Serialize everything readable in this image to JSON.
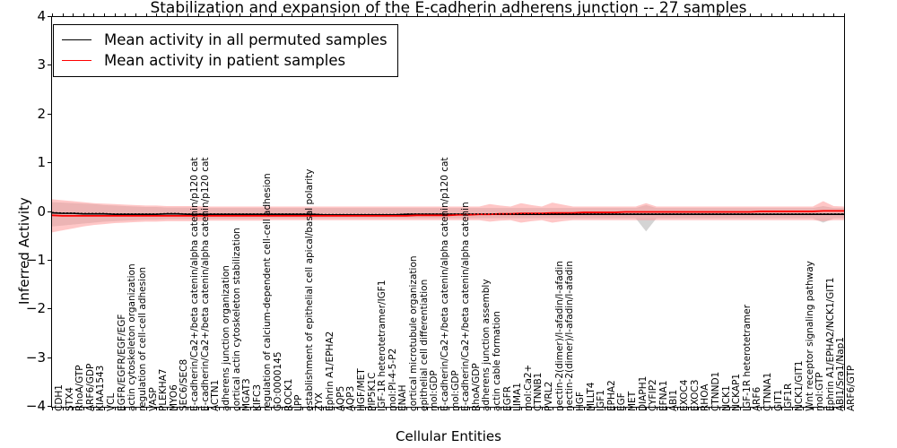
{
  "chart_data": {
    "type": "line",
    "title": "Stabilization and expansion of the E-cadherin adherens junction -- 27 samples",
    "xlabel": "Cellular Entities",
    "ylabel": "Inferred Activity",
    "ylim": [
      -4,
      4
    ],
    "yticks": [
      4,
      3,
      2,
      1,
      0,
      -1,
      -2,
      -3,
      -4
    ],
    "grid": false,
    "legend_position": "upper left",
    "legend": [
      {
        "label": "Mean activity in all permuted samples",
        "color": "#000000",
        "style": "solid"
      },
      {
        "label": "Mean activity in patient samples",
        "color": "#ff0000",
        "style": "solid"
      }
    ],
    "band_colors": {
      "permuted": "#cccccc",
      "patient": "#ff9999"
    },
    "categories": [
      "CDH1",
      "STX4",
      "RhoA/GTP",
      "ARF6/GDP",
      "KIAA1543",
      "VCL",
      "EGFR/EGFR/EGF/EGF",
      "actin cytoskeleton organization",
      "regulation of cell-cell adhesion",
      "VASP",
      "PLEKHA7",
      "MYO6",
      "SEC6/SEC8",
      "E-cadherin/Ca2+/beta catenin/alpha catenin/p120 cat",
      "E-cadherin/Ca2+/beta catenin/alpha catenin/p120 cat",
      "ACTN1",
      "adherens junction organization",
      "cortical actin cytoskeleton stabilization",
      "MGAT3",
      "KIFC3",
      "regulation of calcium-dependent cell-cell adhesion",
      "GO:0000145",
      "ROCK1",
      "LPP",
      "establishment of epithelial cell apical/basal polarity",
      "ZYX",
      "Ephrin A1/EPHA2",
      "AQP5",
      "AQP3",
      "HGF/MET",
      "PIP5K1C",
      "IGF-1R heterotetramer/IGF1",
      "mol:PI-4-5-P2",
      "ENAH",
      "cortical microtubule organization",
      "epithelial cell differentiation",
      "mol:GDP",
      "E-cadherin/Ca2+/beta catenin/alpha catenin/p120 cat",
      "mol:GDP",
      "E-cadherin/Ca2+/beta catenin/alpha catenin",
      "RhoA/GDP",
      "adherens junction assembly",
      "actin cable formation",
      "EGFR",
      "LIMA1",
      "mol:Ca2+",
      "CTNNB1",
      "PVRL2",
      "nectin-2(dimer)/l-afadin/l-afadin",
      "nectin-2(dimer)/l-afadin/l-afadin",
      "HGF",
      "MLLT4",
      "IGF1",
      "EPHA2",
      "EGF",
      "MET",
      "DIAPH1",
      "CYFIP2",
      "EFNA1",
      "ABI1",
      "EXOC4",
      "EXOC3",
      "RHOA",
      "CTNND1",
      "NCK1",
      "NCKAP1",
      "IGF-1R heterotetramer",
      "ARF6",
      "CTNNA1",
      "GIT1",
      "IGF1R",
      "NCK1/GIT1",
      "Wnt receptor signaling pathway",
      "mol:GTP",
      "Ephrin A1/EPHA2/NCK1/GIT1",
      "ABI1/Sra1/Nap1",
      "ARF6/GTP"
    ],
    "series": [
      {
        "name": "Mean activity in all permuted samples",
        "color": "#000000",
        "values": [
          -0.02,
          -0.03,
          -0.03,
          -0.04,
          -0.04,
          -0.04,
          -0.05,
          -0.05,
          -0.05,
          -0.05,
          -0.05,
          -0.04,
          -0.04,
          -0.05,
          -0.05,
          -0.05,
          -0.05,
          -0.05,
          -0.05,
          -0.05,
          -0.05,
          -0.05,
          -0.05,
          -0.05,
          -0.05,
          -0.05,
          -0.06,
          -0.06,
          -0.06,
          -0.06,
          -0.06,
          -0.06,
          -0.06,
          -0.06,
          -0.05,
          -0.05,
          -0.05,
          -0.05,
          -0.05,
          -0.05,
          -0.05,
          -0.05,
          -0.05,
          -0.05,
          -0.05,
          -0.05,
          -0.05,
          -0.05,
          -0.05,
          -0.05,
          -0.05,
          -0.05,
          -0.05,
          -0.05,
          -0.05,
          -0.05,
          -0.05,
          -0.05,
          -0.05,
          -0.05,
          -0.05,
          -0.05,
          -0.05,
          -0.05,
          -0.05,
          -0.05,
          -0.05,
          -0.05,
          -0.05,
          -0.05,
          -0.05,
          -0.05,
          -0.05,
          -0.05,
          -0.05,
          -0.05,
          -0.05,
          -0.05,
          -0.05
        ],
        "band_low": [
          -0.3,
          -0.28,
          -0.26,
          -0.24,
          -0.22,
          -0.2,
          -0.19,
          -0.18,
          -0.17,
          -0.16,
          -0.16,
          -0.15,
          -0.15,
          -0.15,
          -0.15,
          -0.14,
          -0.14,
          -0.14,
          -0.14,
          -0.14,
          -0.14,
          -0.13,
          -0.13,
          -0.13,
          -0.13,
          -0.13,
          -0.13,
          -0.13,
          -0.13,
          -0.13,
          -0.13,
          -0.13,
          -0.13,
          -0.13,
          -0.13,
          -0.13,
          -0.13,
          -0.13,
          -0.13,
          -0.13,
          -0.13,
          -0.13,
          -0.13,
          -0.13,
          -0.13,
          -0.13,
          -0.13,
          -0.13,
          -0.13,
          -0.13,
          -0.13,
          -0.13,
          -0.13,
          -0.13,
          -0.13,
          -0.13,
          -0.13,
          -0.4,
          -0.13,
          -0.13,
          -0.13,
          -0.13,
          -0.13,
          -0.13,
          -0.13,
          -0.13,
          -0.13,
          -0.13,
          -0.13,
          -0.13,
          -0.13,
          -0.13,
          -0.13,
          -0.13,
          -0.22,
          -0.13,
          -0.13,
          -0.13,
          -0.13
        ],
        "band_high": [
          0.2,
          0.19,
          0.18,
          0.17,
          0.16,
          0.14,
          0.13,
          0.12,
          0.11,
          0.1,
          0.1,
          0.09,
          0.09,
          0.09,
          0.09,
          0.08,
          0.08,
          0.08,
          0.08,
          0.08,
          0.08,
          0.08,
          0.08,
          0.08,
          0.08,
          0.08,
          0.08,
          0.08,
          0.08,
          0.08,
          0.08,
          0.08,
          0.08,
          0.08,
          0.08,
          0.08,
          0.08,
          0.08,
          0.08,
          0.08,
          0.08,
          0.08,
          0.08,
          0.08,
          0.08,
          0.08,
          0.08,
          0.08,
          0.08,
          0.08,
          0.08,
          0.08,
          0.08,
          0.08,
          0.08,
          0.08,
          0.08,
          0.14,
          0.08,
          0.08,
          0.08,
          0.08,
          0.08,
          0.08,
          0.08,
          0.08,
          0.08,
          0.08,
          0.08,
          0.08,
          0.08,
          0.08,
          0.08,
          0.08,
          0.12,
          0.08,
          0.08,
          0.08,
          0.08
        ]
      },
      {
        "name": "Mean activity in patient samples",
        "color": "#ff0000",
        "values": [
          -0.07,
          -0.08,
          -0.08,
          -0.08,
          -0.08,
          -0.08,
          -0.08,
          -0.08,
          -0.08,
          -0.08,
          -0.08,
          -0.08,
          -0.08,
          -0.08,
          -0.08,
          -0.08,
          -0.08,
          -0.08,
          -0.08,
          -0.08,
          -0.08,
          -0.08,
          -0.08,
          -0.08,
          -0.08,
          -0.08,
          -0.08,
          -0.08,
          -0.08,
          -0.08,
          -0.08,
          -0.08,
          -0.08,
          -0.08,
          -0.08,
          -0.07,
          -0.07,
          -0.07,
          -0.07,
          -0.06,
          -0.06,
          -0.05,
          -0.05,
          -0.04,
          -0.04,
          -0.03,
          -0.03,
          -0.03,
          -0.02,
          -0.02,
          -0.02,
          -0.01,
          -0.01,
          -0.01,
          -0.01,
          0.0,
          0.0,
          0.0,
          0.0,
          0.0,
          0.0,
          0.0,
          0.0,
          0.0,
          0.0,
          0.0,
          0.0,
          0.0,
          0.01,
          0.01,
          0.01,
          0.01,
          0.01,
          0.01,
          0.02,
          0.02,
          0.02,
          0.02,
          0.02
        ],
        "band_low": [
          -0.42,
          -0.38,
          -0.34,
          -0.3,
          -0.27,
          -0.25,
          -0.23,
          -0.22,
          -0.21,
          -0.2,
          -0.2,
          -0.19,
          -0.19,
          -0.19,
          -0.19,
          -0.18,
          -0.18,
          -0.18,
          -0.18,
          -0.18,
          -0.18,
          -0.17,
          -0.17,
          -0.17,
          -0.17,
          -0.17,
          -0.17,
          -0.17,
          -0.17,
          -0.17,
          -0.17,
          -0.17,
          -0.17,
          -0.17,
          -0.17,
          -0.17,
          -0.17,
          -0.17,
          -0.17,
          -0.17,
          -0.17,
          -0.17,
          -0.2,
          -0.18,
          -0.17,
          -0.22,
          -0.19,
          -0.17,
          -0.22,
          -0.19,
          -0.17,
          -0.17,
          -0.17,
          -0.17,
          -0.17,
          -0.17,
          -0.17,
          -0.17,
          -0.17,
          -0.17,
          -0.17,
          -0.17,
          -0.17,
          -0.17,
          -0.17,
          -0.17,
          -0.17,
          -0.17,
          -0.17,
          -0.17,
          -0.17,
          -0.17,
          -0.17,
          -0.17,
          -0.19,
          -0.17,
          -0.17,
          -0.17,
          -0.17
        ],
        "band_high": [
          0.26,
          0.24,
          0.22,
          0.2,
          0.18,
          0.17,
          0.16,
          0.15,
          0.14,
          0.13,
          0.13,
          0.12,
          0.12,
          0.12,
          0.12,
          0.11,
          0.11,
          0.11,
          0.11,
          0.11,
          0.11,
          0.11,
          0.11,
          0.11,
          0.11,
          0.11,
          0.11,
          0.11,
          0.11,
          0.11,
          0.11,
          0.11,
          0.11,
          0.11,
          0.11,
          0.11,
          0.11,
          0.11,
          0.11,
          0.11,
          0.11,
          0.11,
          0.16,
          0.13,
          0.11,
          0.18,
          0.14,
          0.11,
          0.19,
          0.15,
          0.11,
          0.11,
          0.11,
          0.11,
          0.11,
          0.11,
          0.11,
          0.18,
          0.11,
          0.11,
          0.11,
          0.11,
          0.11,
          0.11,
          0.11,
          0.11,
          0.11,
          0.11,
          0.11,
          0.11,
          0.11,
          0.11,
          0.11,
          0.11,
          0.22,
          0.12,
          0.11,
          0.11,
          0.11
        ]
      }
    ]
  }
}
